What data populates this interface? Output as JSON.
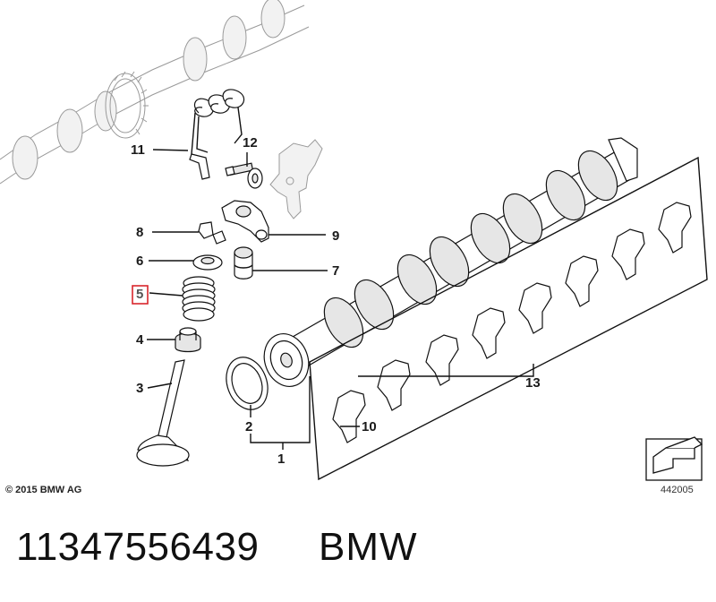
{
  "diagram": {
    "callouts": [
      "11",
      "12",
      "8",
      "9",
      "6",
      "7",
      "5",
      "4",
      "3",
      "2",
      "1",
      "13",
      "10"
    ],
    "highlighted_callout": "5",
    "copyright": "© 2015 BMW AG",
    "diagram_id": "442005"
  },
  "footer": {
    "part_number": "11347556439",
    "brand": "BMW"
  },
  "colors": {
    "highlight_box": "#d9262c",
    "line": "#111111",
    "ghost": "#9a9a9a"
  }
}
